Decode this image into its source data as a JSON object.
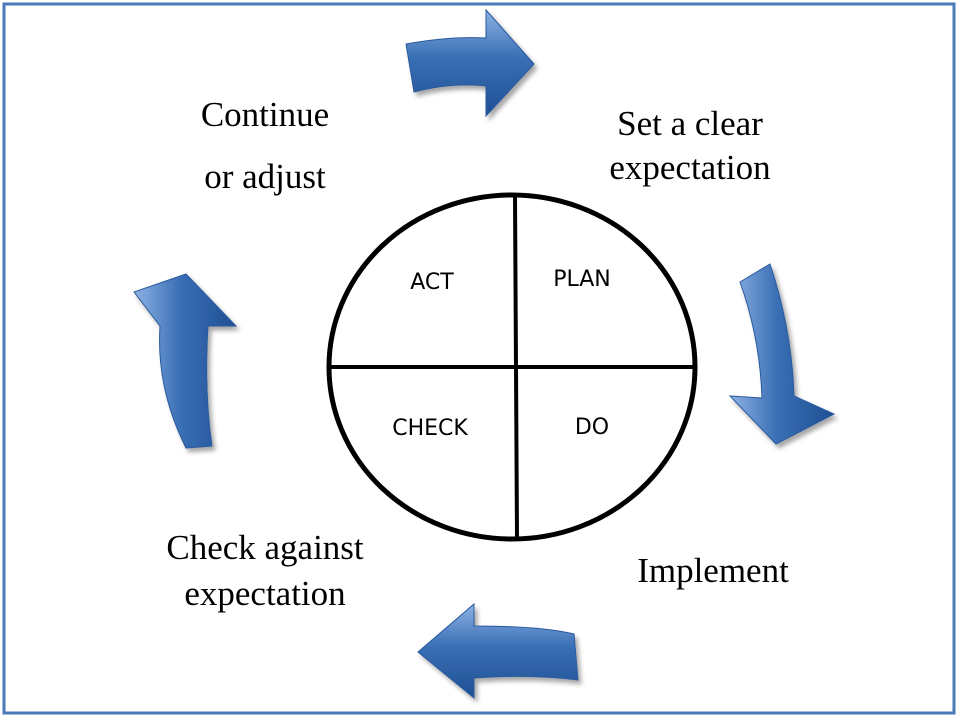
{
  "cycle": {
    "labels": {
      "continue_line1": "Continue",
      "continue_line2": "or adjust",
      "plan_line1": "Set a clear",
      "plan_line2": "expectation",
      "implement": "Implement",
      "check_line1": "Check against",
      "check_line2": "expectation"
    },
    "quadrants": {
      "act": "ACT",
      "plan": "PLAN",
      "check": "CHECK",
      "do": "DO"
    }
  },
  "colors": {
    "frame_border": "#4a7ab8",
    "arrow_fill": "#3a6fb5",
    "arrow_light": "#7ea7dc",
    "arrow_dark": "#1f4f94",
    "circle_stroke": "#000000"
  }
}
